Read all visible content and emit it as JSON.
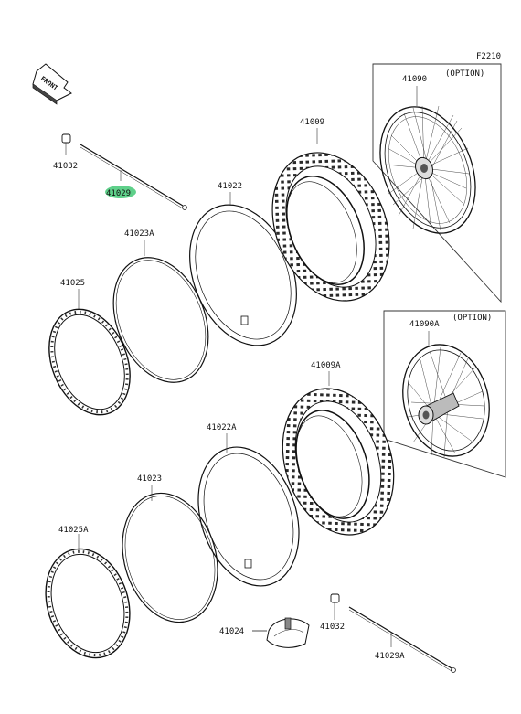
{
  "figure_code": "F2210",
  "front_label": "FRONT",
  "option_label": "(OPTION)",
  "parts": {
    "p41032_a": "41032",
    "p41029": "41029",
    "p41022": "41022",
    "p41009": "41009",
    "p41090": "41090",
    "p41023A": "41023A",
    "p41025": "41025",
    "p41090A": "41090A",
    "p41009A": "41009A",
    "p41022A": "41022A",
    "p41023": "41023",
    "p41025A": "41025A",
    "p41024": "41024",
    "p41032_b": "41032",
    "p41029A": "41029A"
  },
  "colors": {
    "highlight": "#5fd08a",
    "line": "#222222"
  }
}
